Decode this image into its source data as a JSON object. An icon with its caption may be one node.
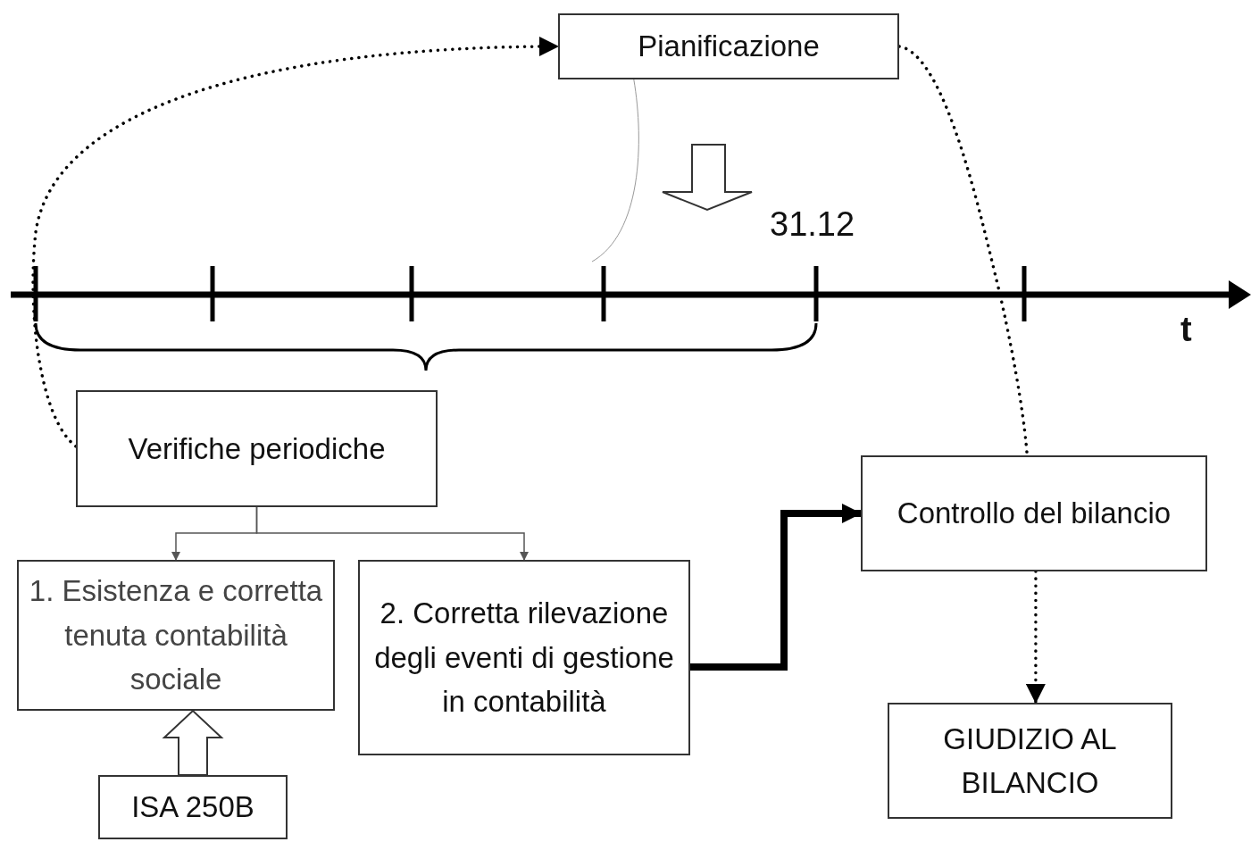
{
  "diagram": {
    "nodes": [
      {
        "text": [
          "Pianificazione"
        ]
      },
      {
        "text": [
          "Verifiche periodiche"
        ]
      },
      {
        "text": [
          "1. Esistenza e corretta tenuta contabilità sociale"
        ]
      },
      {
        "text": [
          "2. Corretta rilevazione degli eventi di gestione in contabilità"
        ]
      },
      {
        "text": [
          "Controllo del bilancio"
        ]
      },
      {
        "text": [
          "GIUDIZIO AL BILANCIO"
        ]
      },
      {
        "text": [
          "ISA 250B"
        ]
      }
    ],
    "edges": [
      {
        "from": 1,
        "to": 0,
        "arrow": "to",
        "style": "dashed"
      },
      {
        "from": 0,
        "to": 4,
        "arrow": "none",
        "style": "dashed"
      },
      {
        "from": 1,
        "to": 2,
        "arrow": "to"
      },
      {
        "from": 1,
        "to": 3,
        "arrow": "to"
      },
      {
        "from": 3,
        "to": 4,
        "arrow": "to",
        "style": "thick"
      },
      {
        "from": 4,
        "to": 5,
        "arrow": "to",
        "style": "dashed"
      },
      {
        "from": 6,
        "to": 2,
        "arrow": "to"
      },
      {
        "from": 0,
        "to": null,
        "arrow": "none",
        "color": "#999999"
      }
    ],
    "labels": [
      "31.12",
      "t"
    ]
  }
}
